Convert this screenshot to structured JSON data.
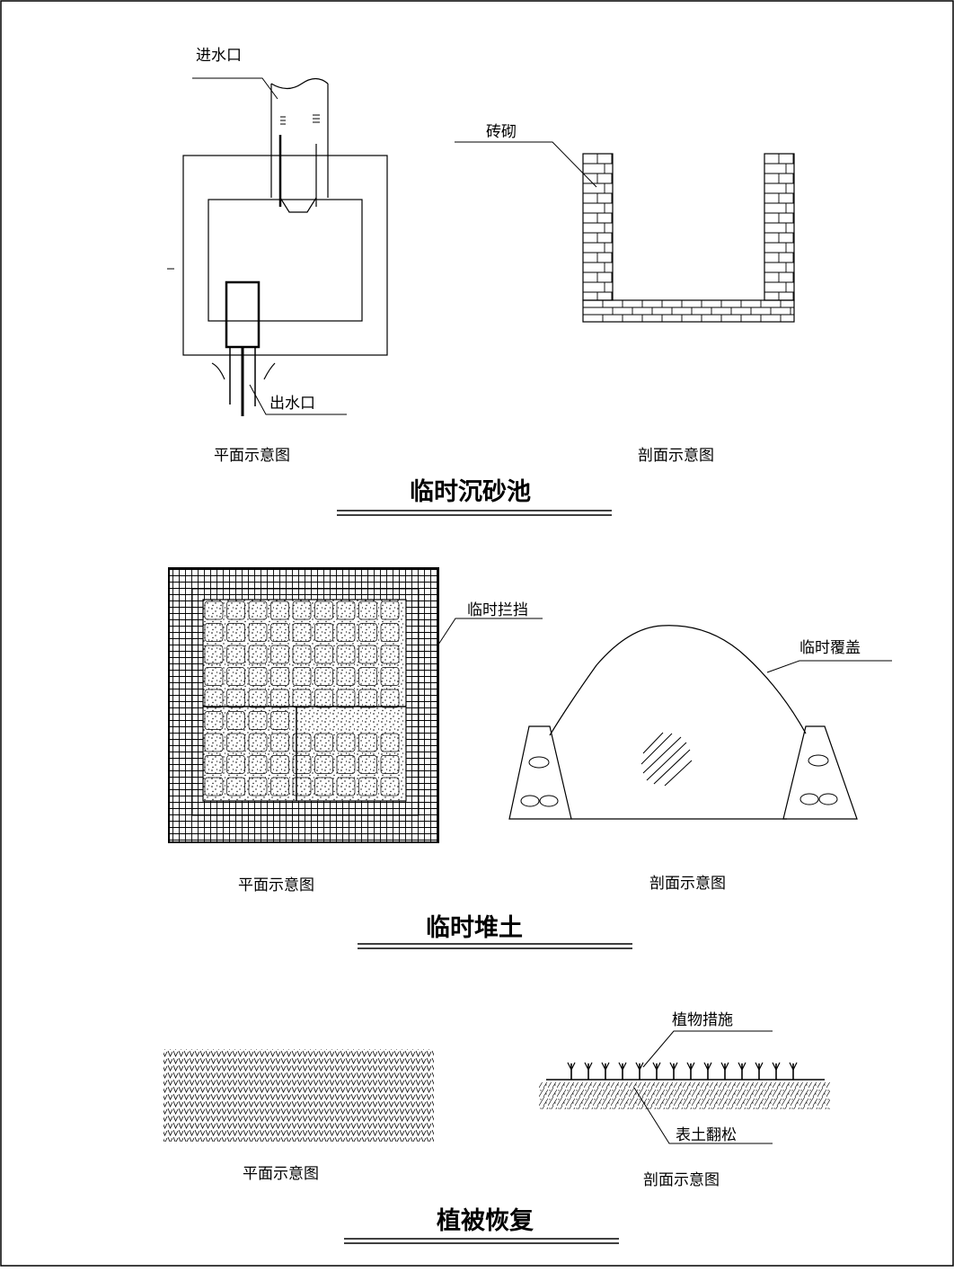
{
  "sediment_basin": {
    "title": "临时沉砂池",
    "plan_caption": "平面示意图",
    "section_caption": "剖面示意图",
    "inlet_label": "进水口",
    "outlet_label": "出水口",
    "masonry_label": "砖砌"
  },
  "soil_pile": {
    "title": "临时堆土",
    "plan_caption": "平面示意图",
    "section_caption": "剖面示意图",
    "barrier_label": "临时拦挡",
    "cover_label": "临时覆盖"
  },
  "revegetation": {
    "title": "植被恢复",
    "plan_caption": "平面示意图",
    "section_caption": "剖面示意图",
    "plant_label": "植物措施",
    "topsoil_label": "表土翻松"
  }
}
